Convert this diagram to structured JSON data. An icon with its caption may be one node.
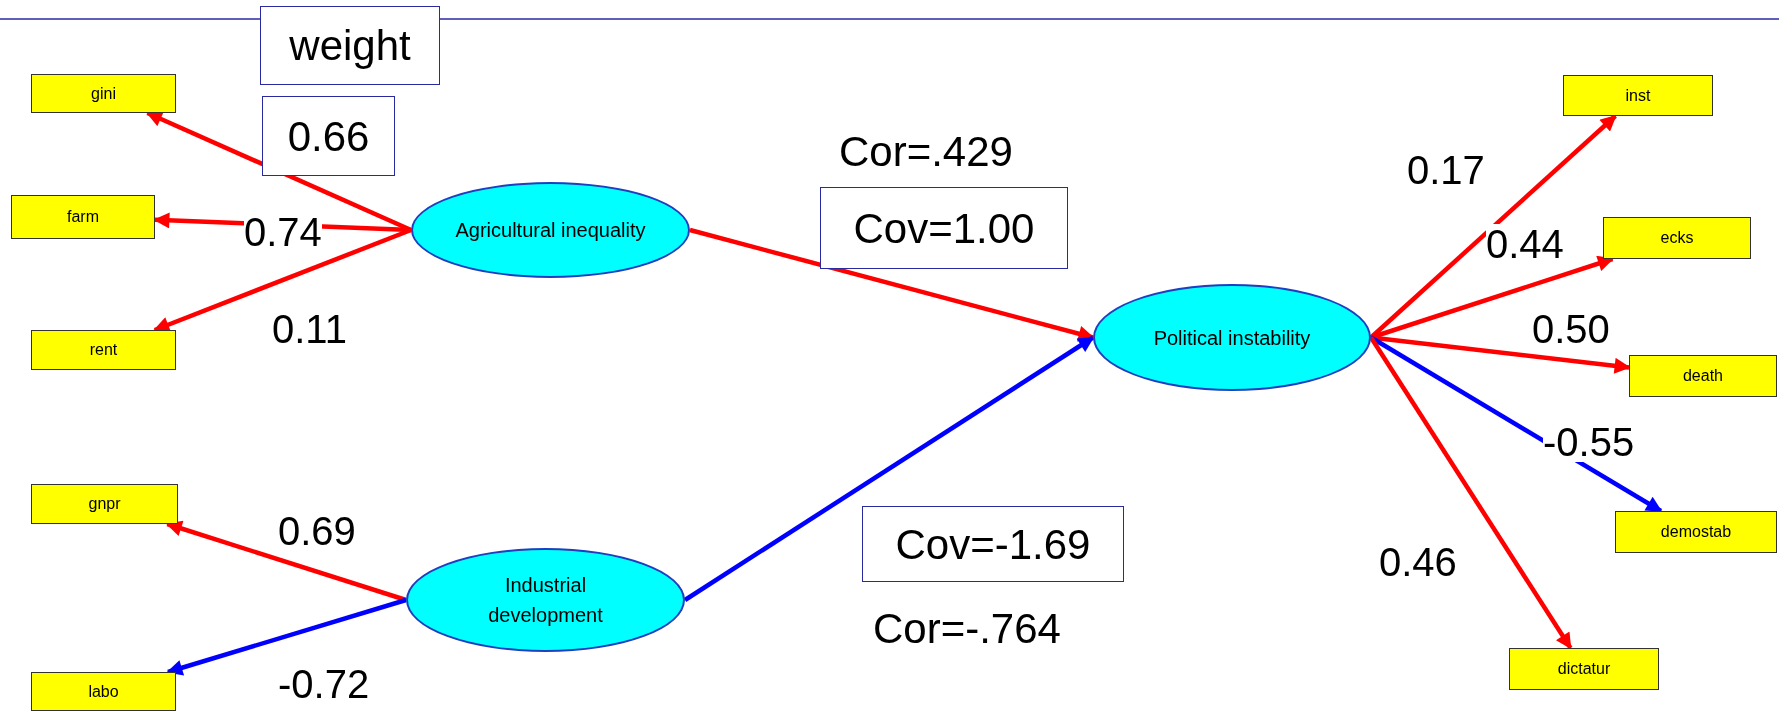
{
  "diagram": {
    "nodes": [
      {
        "text": [
          "weight"
        ]
      },
      {
        "text": [
          "gini"
        ]
      },
      {
        "text": [
          "0.66"
        ]
      },
      {
        "text": [
          "farm"
        ]
      },
      {
        "text": [
          "Agricultural inequality"
        ]
      },
      {
        "text": [
          "rent"
        ]
      },
      {
        "text": [
          "Cov=1.00"
        ],
        "beside": [
          "Cor=.429"
        ]
      },
      {
        "text": [
          "Political instability"
        ]
      },
      {
        "text": [
          "inst"
        ]
      },
      {
        "text": [
          "ecks"
        ]
      },
      {
        "text": [
          "death"
        ]
      },
      {
        "text": [
          "demostab"
        ]
      },
      {
        "text": [
          "gnpr"
        ]
      },
      {
        "text": [
          "Cov=-1.69"
        ],
        "beside": [
          "Cor=-.764"
        ]
      },
      {
        "text": [
          "Industrial development"
        ]
      },
      {
        "text": [
          "dictatur"
        ]
      },
      {
        "text": [
          "labo"
        ]
      }
    ],
    "edges": [
      {
        "from": 4,
        "to": 1,
        "arrow": "to"
      },
      {
        "from": 4,
        "to": 3,
        "arrow": "to",
        "label": "0.74"
      },
      {
        "from": 4,
        "to": 5,
        "arrow": "to",
        "label": "0.11"
      },
      {
        "from": 14,
        "to": 12,
        "arrow": "to",
        "label": "0.69"
      },
      {
        "from": 14,
        "to": 16,
        "arrow": "to",
        "color": "#0000ff",
        "label": "-0.72"
      },
      {
        "from": 4,
        "to": 7,
        "arrow": "to"
      },
      {
        "from": 14,
        "to": 7,
        "arrow": "to",
        "color": "#0000ff"
      },
      {
        "from": 7,
        "to": 8,
        "arrow": "to",
        "label": "0.17"
      },
      {
        "from": 7,
        "to": 9,
        "arrow": "to",
        "label": "0.44"
      },
      {
        "from": 7,
        "to": 10,
        "arrow": "to",
        "label": "0.50"
      },
      {
        "from": 7,
        "to": 11,
        "arrow": "to",
        "color": "#0000ff",
        "label": "-0.55"
      },
      {
        "from": 7,
        "to": 15,
        "arrow": "to",
        "label": "0.46"
      }
    ]
  }
}
